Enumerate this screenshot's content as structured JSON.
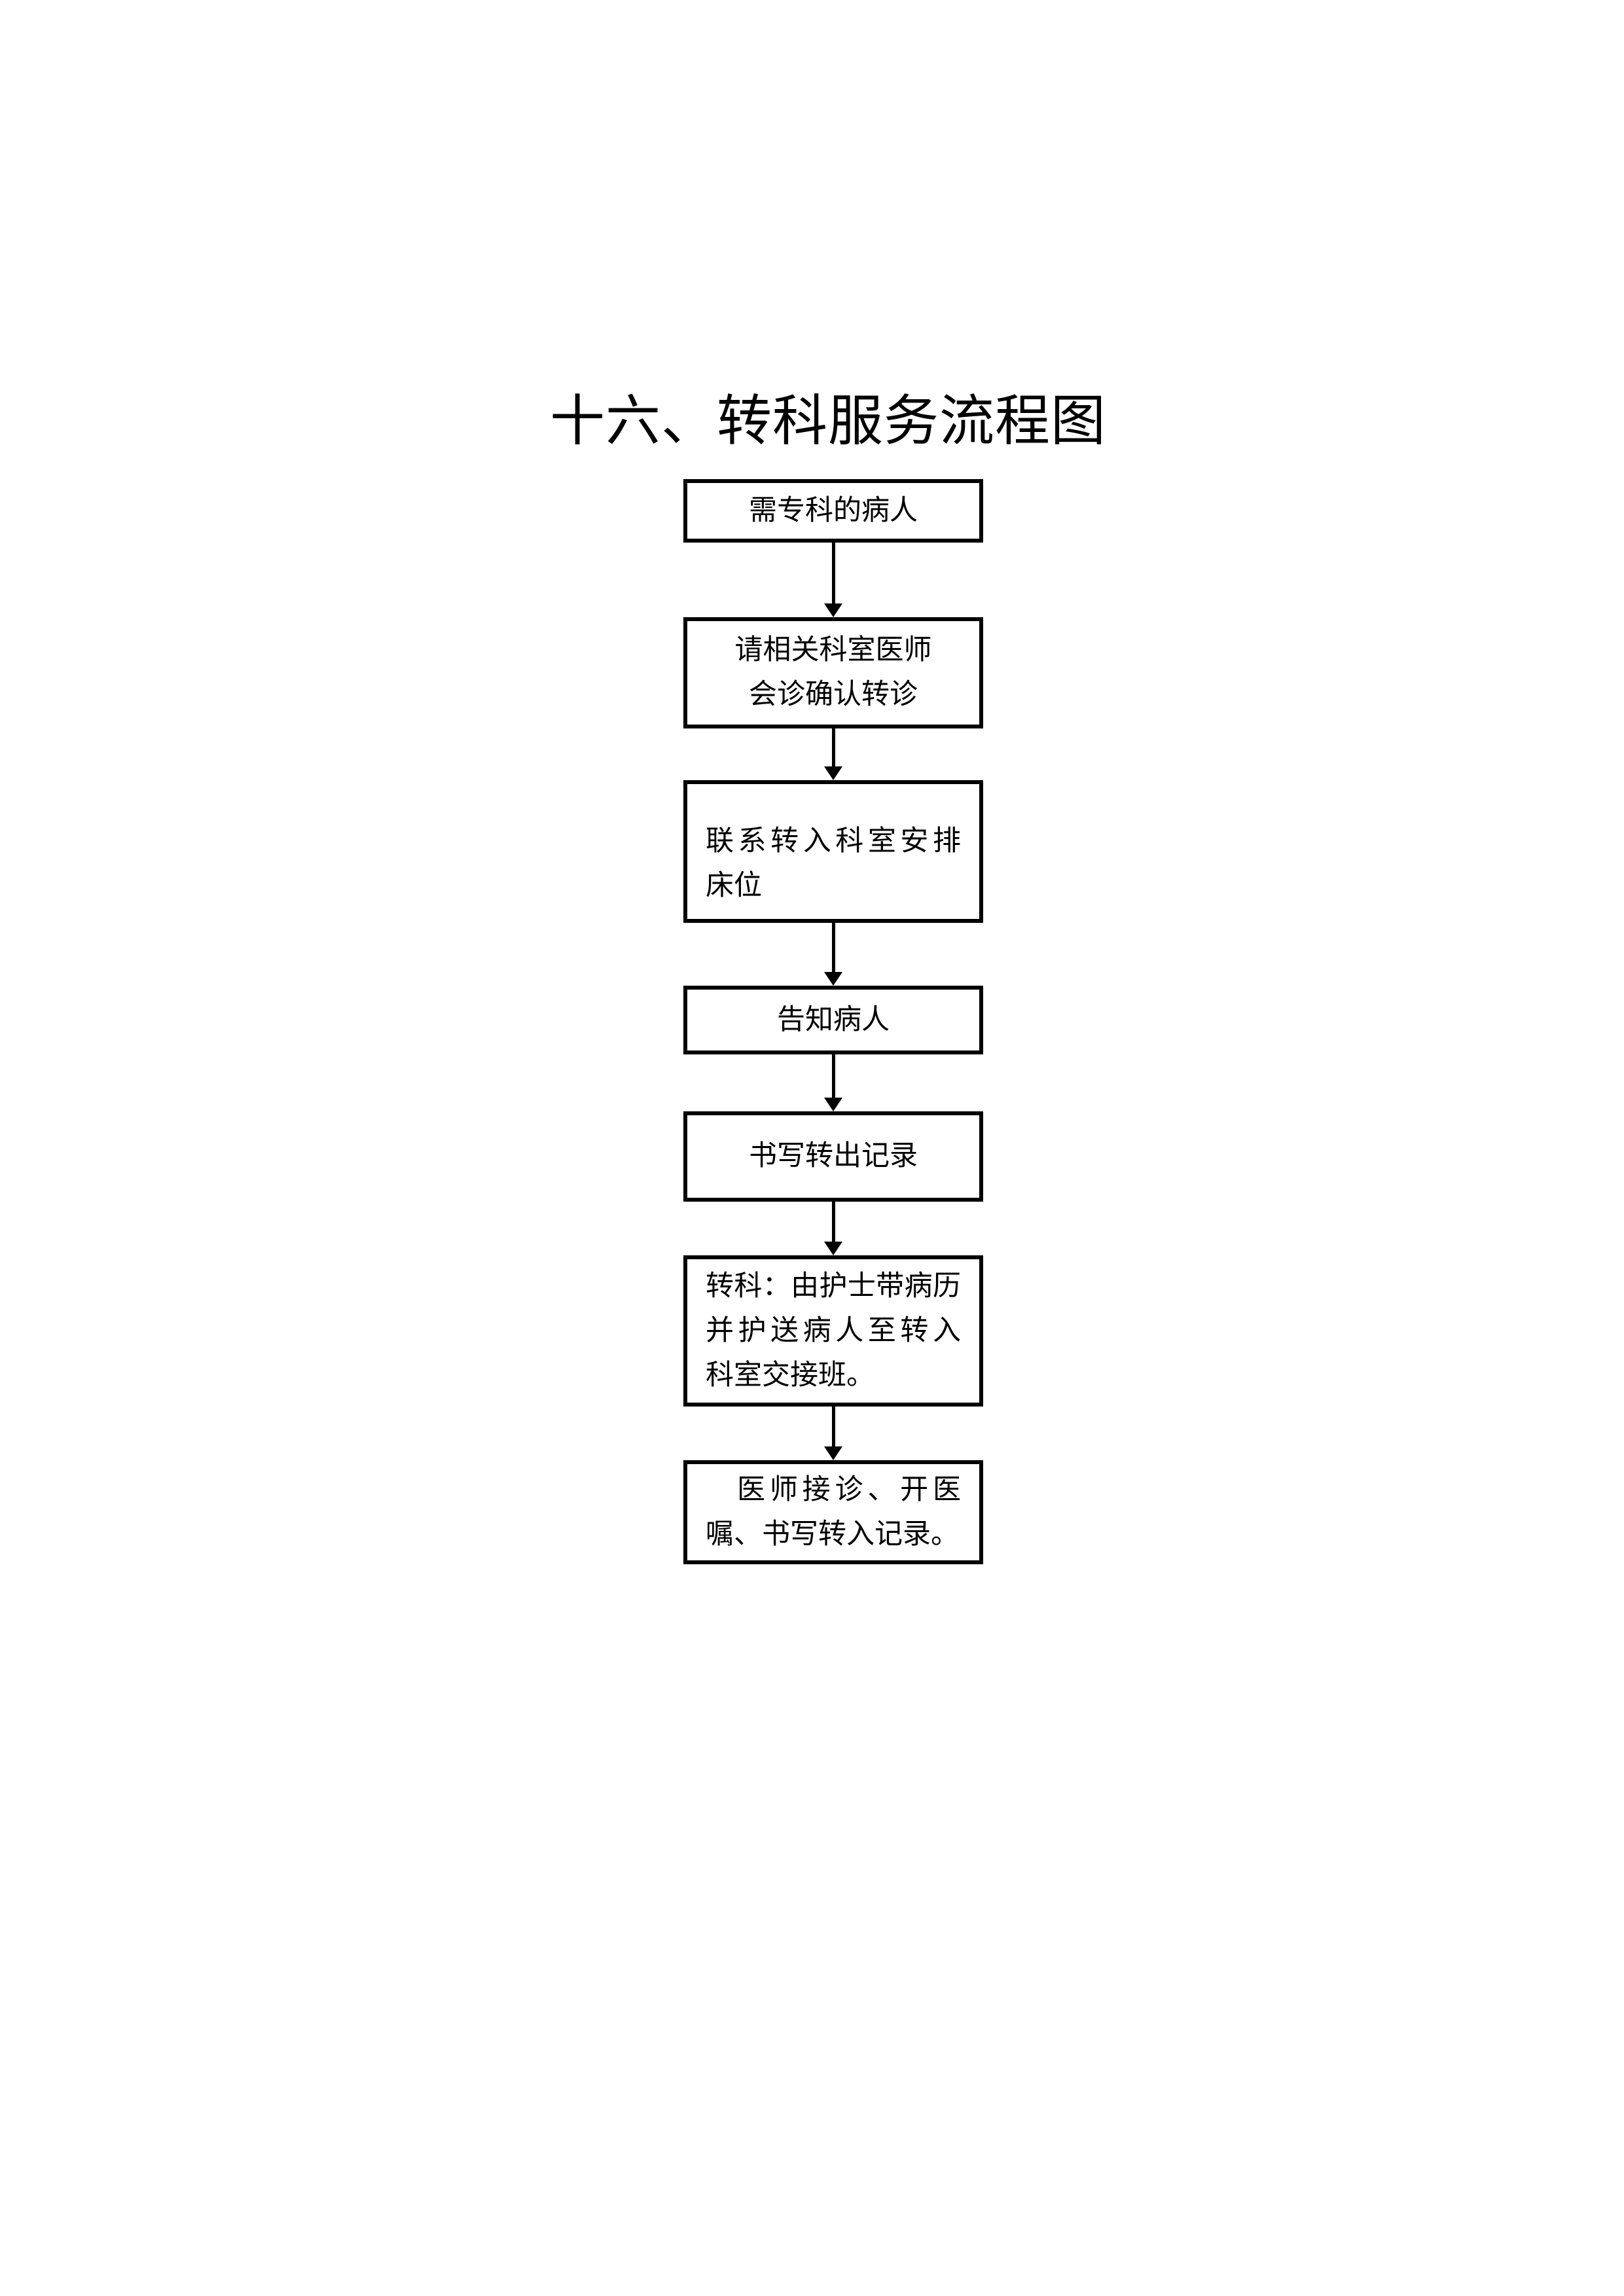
{
  "page": {
    "title": "十六、转科服务流程图",
    "background_color": "#ffffff",
    "ink_color": "#000000"
  },
  "flowchart": {
    "steps": [
      {
        "id": "patient-needs-specialist",
        "lines": [
          {
            "text": "需专科的病人",
            "align": "center"
          }
        ]
      },
      {
        "id": "consult-confirm-referral",
        "lines": [
          {
            "text": "请相关科室医师",
            "align": "center"
          },
          {
            "text": "会诊确认转诊",
            "align": "center"
          }
        ]
      },
      {
        "id": "contact-incoming-dept-arrange-bed",
        "lines": [
          {
            "text": "联系转入科室安排",
            "align": "justify"
          },
          {
            "text": "床位",
            "align": "left"
          }
        ]
      },
      {
        "id": "inform-patient",
        "lines": [
          {
            "text": "告知病人",
            "align": "center"
          }
        ]
      },
      {
        "id": "write-transfer-out-record",
        "lines": [
          {
            "text": "书写转出记录",
            "align": "center"
          }
        ]
      },
      {
        "id": "transfer-nurse-escort-handover",
        "lines": [
          {
            "text": "转科：由护士带病历",
            "align": "justify"
          },
          {
            "text": "并护送病人至转入",
            "align": "justify"
          },
          {
            "text": "科室交接班。",
            "align": "left"
          }
        ]
      },
      {
        "id": "physician-reception-orders-record",
        "lines": [
          {
            "text": "医师接诊、开医",
            "align": "justify",
            "indent": true
          },
          {
            "text": "嘱、书写转入记录。",
            "align": "left"
          }
        ]
      }
    ]
  }
}
